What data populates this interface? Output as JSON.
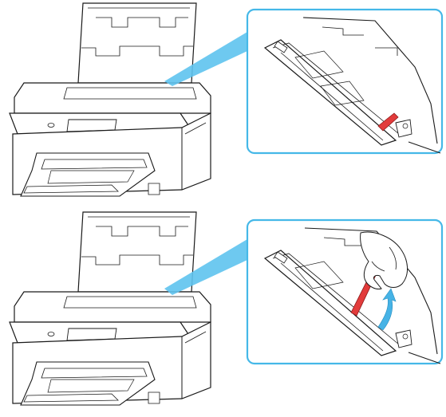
{
  "diagram": {
    "steps": [
      {
        "id": "step-1",
        "printer": "printer-with-rear-tray",
        "detail": "rear-tray-paper-guide-open"
      },
      {
        "id": "step-2",
        "printer": "printer-with-rear-tray",
        "detail": "lift-paper-guide"
      }
    ],
    "colors": {
      "line": "#1a1a1a",
      "callout_border": "#45b8e8",
      "callout_beam": "#5ec3ee",
      "guide_red": "#e23b3b",
      "arrow_blue": "#46b3e6"
    },
    "icons": {
      "printer": "printer-icon",
      "hand": "hand-icon",
      "arrow": "curved-up-arrow-icon"
    }
  }
}
